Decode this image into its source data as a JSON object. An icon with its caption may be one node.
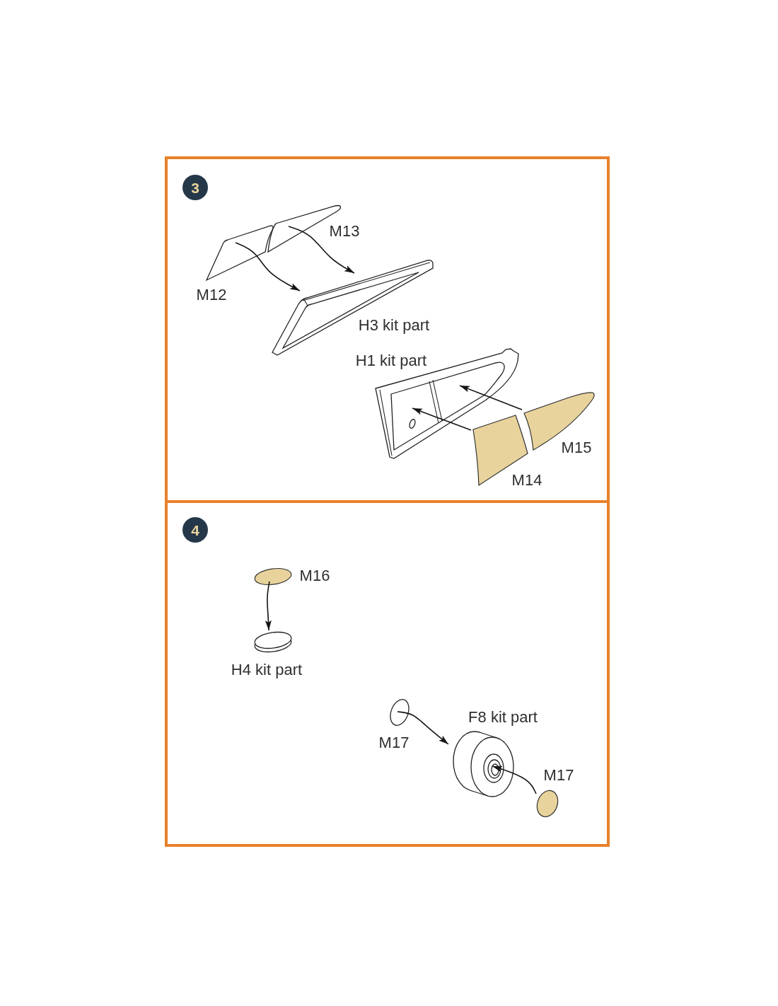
{
  "diagram": {
    "nodes": [
      {
        "text": [],
        "shape": "box"
      },
      {
        "text": [
          "3"
        ],
        "in": 0
      },
      {
        "text": [
          "M12"
        ],
        "in": 0
      },
      {
        "text": [
          "M13"
        ],
        "in": 0
      },
      {
        "text": [
          "H3 kit part"
        ],
        "in": 0
      },
      {
        "text": [
          "H1 kit part"
        ],
        "in": 0
      },
      {
        "text": [
          "M14"
        ],
        "in": 0
      },
      {
        "text": [
          "M15"
        ],
        "in": 0
      },
      {
        "text": [],
        "shape": "box"
      },
      {
        "text": [
          "4"
        ],
        "in": 8
      },
      {
        "text": [
          "M16"
        ],
        "in": 8
      },
      {
        "text": [
          "H4 kit part"
        ],
        "in": 8
      },
      {
        "text": [
          "M17"
        ],
        "in": 8
      },
      {
        "text": [
          "F8 kit part"
        ],
        "in": 8
      },
      {
        "text": [
          "M17"
        ],
        "in": 8
      }
    ],
    "edges": [
      {
        "from": 2,
        "to": 4,
        "arrow": "to"
      },
      {
        "from": 3,
        "to": 4,
        "arrow": "to"
      },
      {
        "from": 6,
        "to": 5,
        "arrow": "to"
      },
      {
        "from": 7,
        "to": 5,
        "arrow": "to"
      },
      {
        "from": 10,
        "to": 11,
        "arrow": "to"
      },
      {
        "from": 12,
        "to": 13,
        "arrow": "to"
      },
      {
        "from": 14,
        "to": 13,
        "arrow": "to"
      }
    ]
  }
}
